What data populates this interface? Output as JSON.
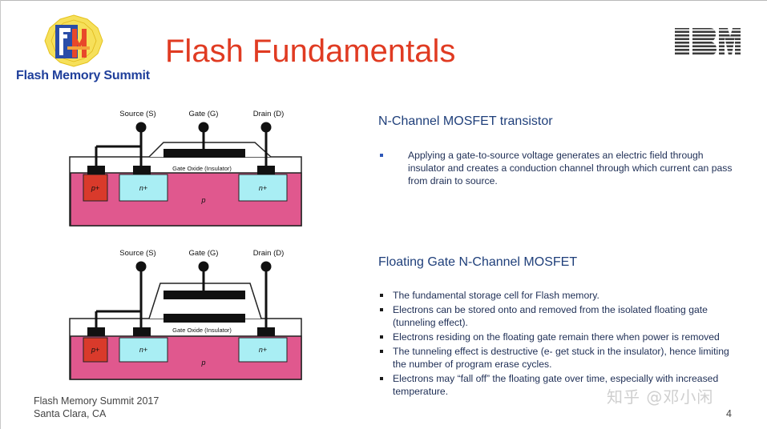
{
  "header": {
    "logo_text": "Flash Memory Summit",
    "logo_mark": "FMS",
    "title": "Flash Fundamentals",
    "brand": "IBM"
  },
  "diagram_top": {
    "source_label": "Source (S)",
    "gate_label": "Gate (G)",
    "drain_label": "Drain (D)",
    "oxide_label": "Gate Oxide (Insulator)",
    "p_plus": "p+",
    "n_plus_left": "n+",
    "n_plus_right": "n+",
    "substrate": "p"
  },
  "diagram_bottom": {
    "source_label": "Source (S)",
    "gate_label": "Gate (G)",
    "drain_label": "Drain (D)",
    "oxide_label": "Gate Oxide (Insulator)",
    "p_plus": "p+",
    "n_plus_left": "n+",
    "n_plus_right": "n+",
    "substrate": "p"
  },
  "section1": {
    "heading": "N-Channel MOSFET transistor",
    "bullets": [
      "Applying a gate-to-source voltage generates an electric field through insulator and creates a conduction channel through which current can pass from drain to source."
    ]
  },
  "section2": {
    "heading": "Floating Gate N-Channel MOSFET",
    "bullets": [
      "The fundamental storage cell for Flash memory.",
      "Electrons can be stored onto and removed from the isolated floating gate (tunneling effect).",
      "Electrons residing on the floating gate remain there when power is removed",
      "The tunneling effect is destructive (e- get stuck in the insulator), hence limiting the number of program erase cycles.",
      "Electrons may “fall off” the floating gate over time, especially with increased temperature."
    ]
  },
  "footer": {
    "line1": "Flash Memory Summit 2017",
    "line2": "Santa Clara, CA",
    "page": "4"
  },
  "watermark": "知乎 @邓小闲",
  "colors": {
    "title": "#e03b22",
    "heading": "#1f3f7a",
    "substrate": "#e0588e",
    "p_plus": "#d93a2b",
    "n_plus": "#a9eef4",
    "logo_blue": "#1f3f9b"
  }
}
